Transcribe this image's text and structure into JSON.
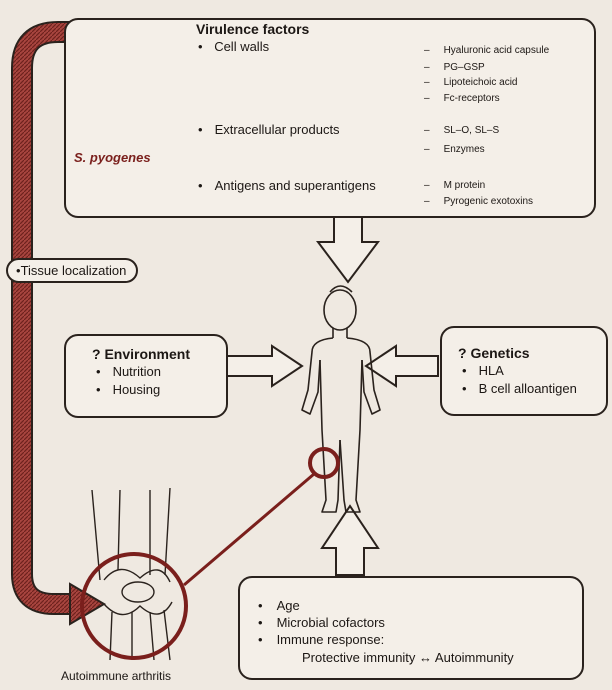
{
  "virulence": {
    "title": "Virulence factors",
    "organism": "S. pyogenes",
    "groups": [
      {
        "label": "Cell walls",
        "items": [
          "Hyaluronic acid capsule",
          "PG–GSP",
          "Lipoteichoic acid",
          "Fc-receptors"
        ]
      },
      {
        "label": "Extracellular products",
        "items": [
          "SL–O, SL–S",
          "Enzymes"
        ]
      },
      {
        "label": "Antigens and superantigens",
        "items": [
          "M protein",
          "Pyrogenic exotoxins"
        ]
      }
    ]
  },
  "tissue": {
    "label": "Tissue localization"
  },
  "environment": {
    "title": "? Environment",
    "items": [
      "Nutrition",
      "Housing"
    ]
  },
  "genetics": {
    "title": "? Genetics",
    "items": [
      "HLA",
      "B cell alloantigen"
    ]
  },
  "host": {
    "items": [
      "Age",
      "Microbial cofactors",
      "Immune response:"
    ],
    "balance": "Protective immunity ↔ Autoimmunity"
  },
  "outcome": {
    "label": "Autoimmune arthritis"
  },
  "bullet": "•",
  "dash": "–"
}
